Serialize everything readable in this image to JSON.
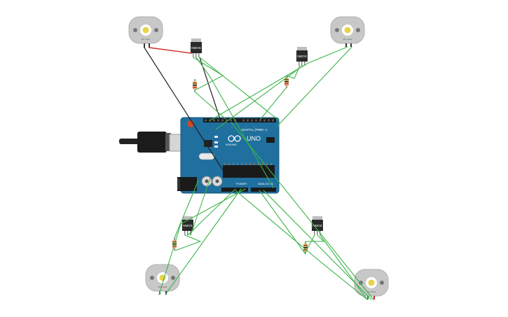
{
  "canvas": {
    "background": "#ffffff"
  },
  "arduino": {
    "brand_label": "ARDUINO",
    "model_label": "UNO",
    "digital_label": "DIGITAL (PWM ~)",
    "power_label": "POWER",
    "analog_label": "ANALOG IN",
    "board_color": "#1f6f9f"
  },
  "motors": [
    {
      "label": "DC motor",
      "color": "#c8c8c8"
    },
    {
      "label": "DC motor",
      "color": "#c8c8c8"
    },
    {
      "label": "DC motor",
      "color": "#c8c8c8"
    },
    {
      "label": "DC motor",
      "color": "#c8c8c8"
    }
  ],
  "transistors": [
    {
      "label": "NMOS"
    },
    {
      "label": "NMOS"
    },
    {
      "label": "NMOS"
    },
    {
      "label": "NMOS"
    }
  ],
  "wires": {
    "signal_color": "#3cb54a",
    "power_color": "#d42a2a",
    "ground_color": "#222222"
  }
}
